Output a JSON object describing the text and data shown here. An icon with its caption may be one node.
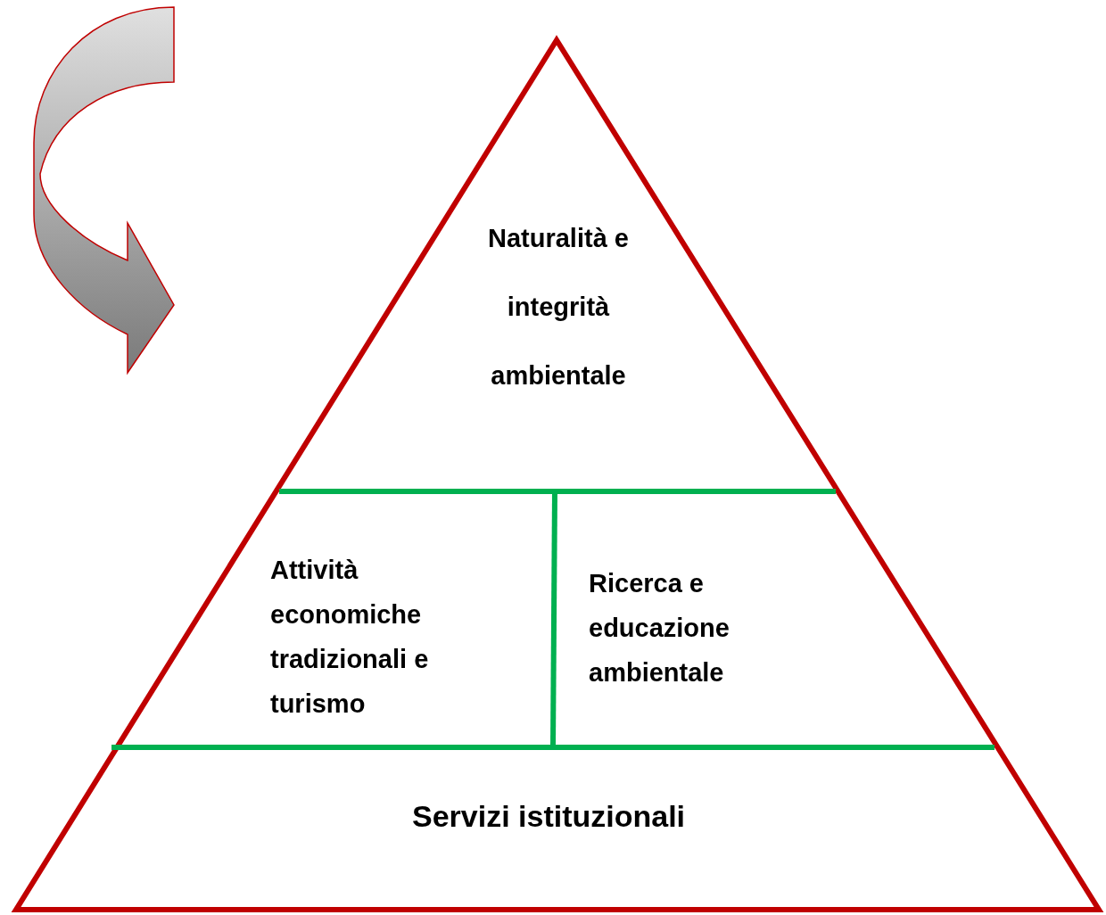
{
  "diagram": {
    "nodes": [
      {
        "text": [
          "Naturalità e integrità ambientale"
        ]
      },
      {
        "text": [
          "Attività economiche tradizionali e turismo"
        ]
      },
      {
        "text": [
          "Ricerca e educazione ambientale"
        ]
      },
      {
        "text": [
          "Servizi istituzionali"
        ]
      }
    ]
  }
}
